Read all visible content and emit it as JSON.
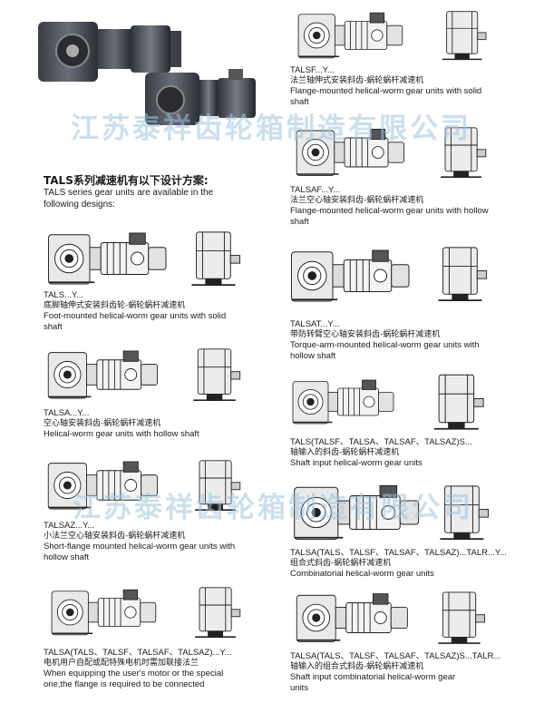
{
  "intro": {
    "title": "TALS系列减速机有以下设计方案:",
    "subtitle_en": "TALS series gear units are available in the following designs:"
  },
  "watermark": "江苏泰祥齿轮箱制造有限公司",
  "variants_left": [
    {
      "code": "TALS...Y...",
      "cn": "底脚轴伸式安装斜齿轮-蜗轮蜗杆减速机",
      "en": "Foot-mounted helical-worm gear units with solid shaft"
    },
    {
      "code": "TALSA...Y...",
      "cn": "空心轴安装斜齿-蜗轮蜗杆减速机",
      "en": "Helical-worm gear units with hollow shaft"
    },
    {
      "code": "TALSAZ...Y...",
      "cn": "小法兰空心轴安装斜齿-蜗轮蜗杆减速机",
      "en": "Short-flange mounted helical-worm gear units with hollow shaft"
    },
    {
      "code": "TALSA(TALS、TALSF、TALSAF、TALSAZ)...Y...",
      "cn": "电机用户自配或配特殊电机时需加联接法兰",
      "en": "When equipping the user's motor or the special one,the flange is required to be connected"
    }
  ],
  "variants_right": [
    {
      "code": "TALSF...Y...",
      "cn": "法兰轴伸式安装斜齿-蜗轮蜗杆减速机",
      "en": "Flange-mounted helical-worm gear units with solid shaft"
    },
    {
      "code": "TALSAF...Y...",
      "cn": "法兰空心轴安装斜齿-蜗轮蜗杆减速机",
      "en": "Flange-mounted helical-worm gear units with hollow shaft"
    },
    {
      "code": "TALSAT...Y...",
      "cn": "带防转臂空心轴安装斜齿-蜗轮蜗杆减速机",
      "en": "Torque-arm-mounted helical-worm gear units with hollow shaft"
    },
    {
      "code": "TALS(TALSF、TALSA、TALSAF、TALSAZ)S...",
      "cn": "轴输入的斜齿-蜗轮蜗杆减速机",
      "en": "Shaft input helical-worm gear units"
    },
    {
      "code": "TALSA(TALS、TALSF、TALSAF、TALSAZ)...TALR...Y...",
      "cn": "组合式斜齿-蜗轮蜗杆减速机",
      "en": "Combinatorial helical-worm gear units"
    },
    {
      "code": "TALSA(TALS、TALSF、TALSAF、TALSAZ)S...TALR...",
      "cn": "轴输入的组合式斜齿-蜗轮蜗杆减速机",
      "en": "Shaft input combinatorial helical-worm gear units"
    }
  ]
}
